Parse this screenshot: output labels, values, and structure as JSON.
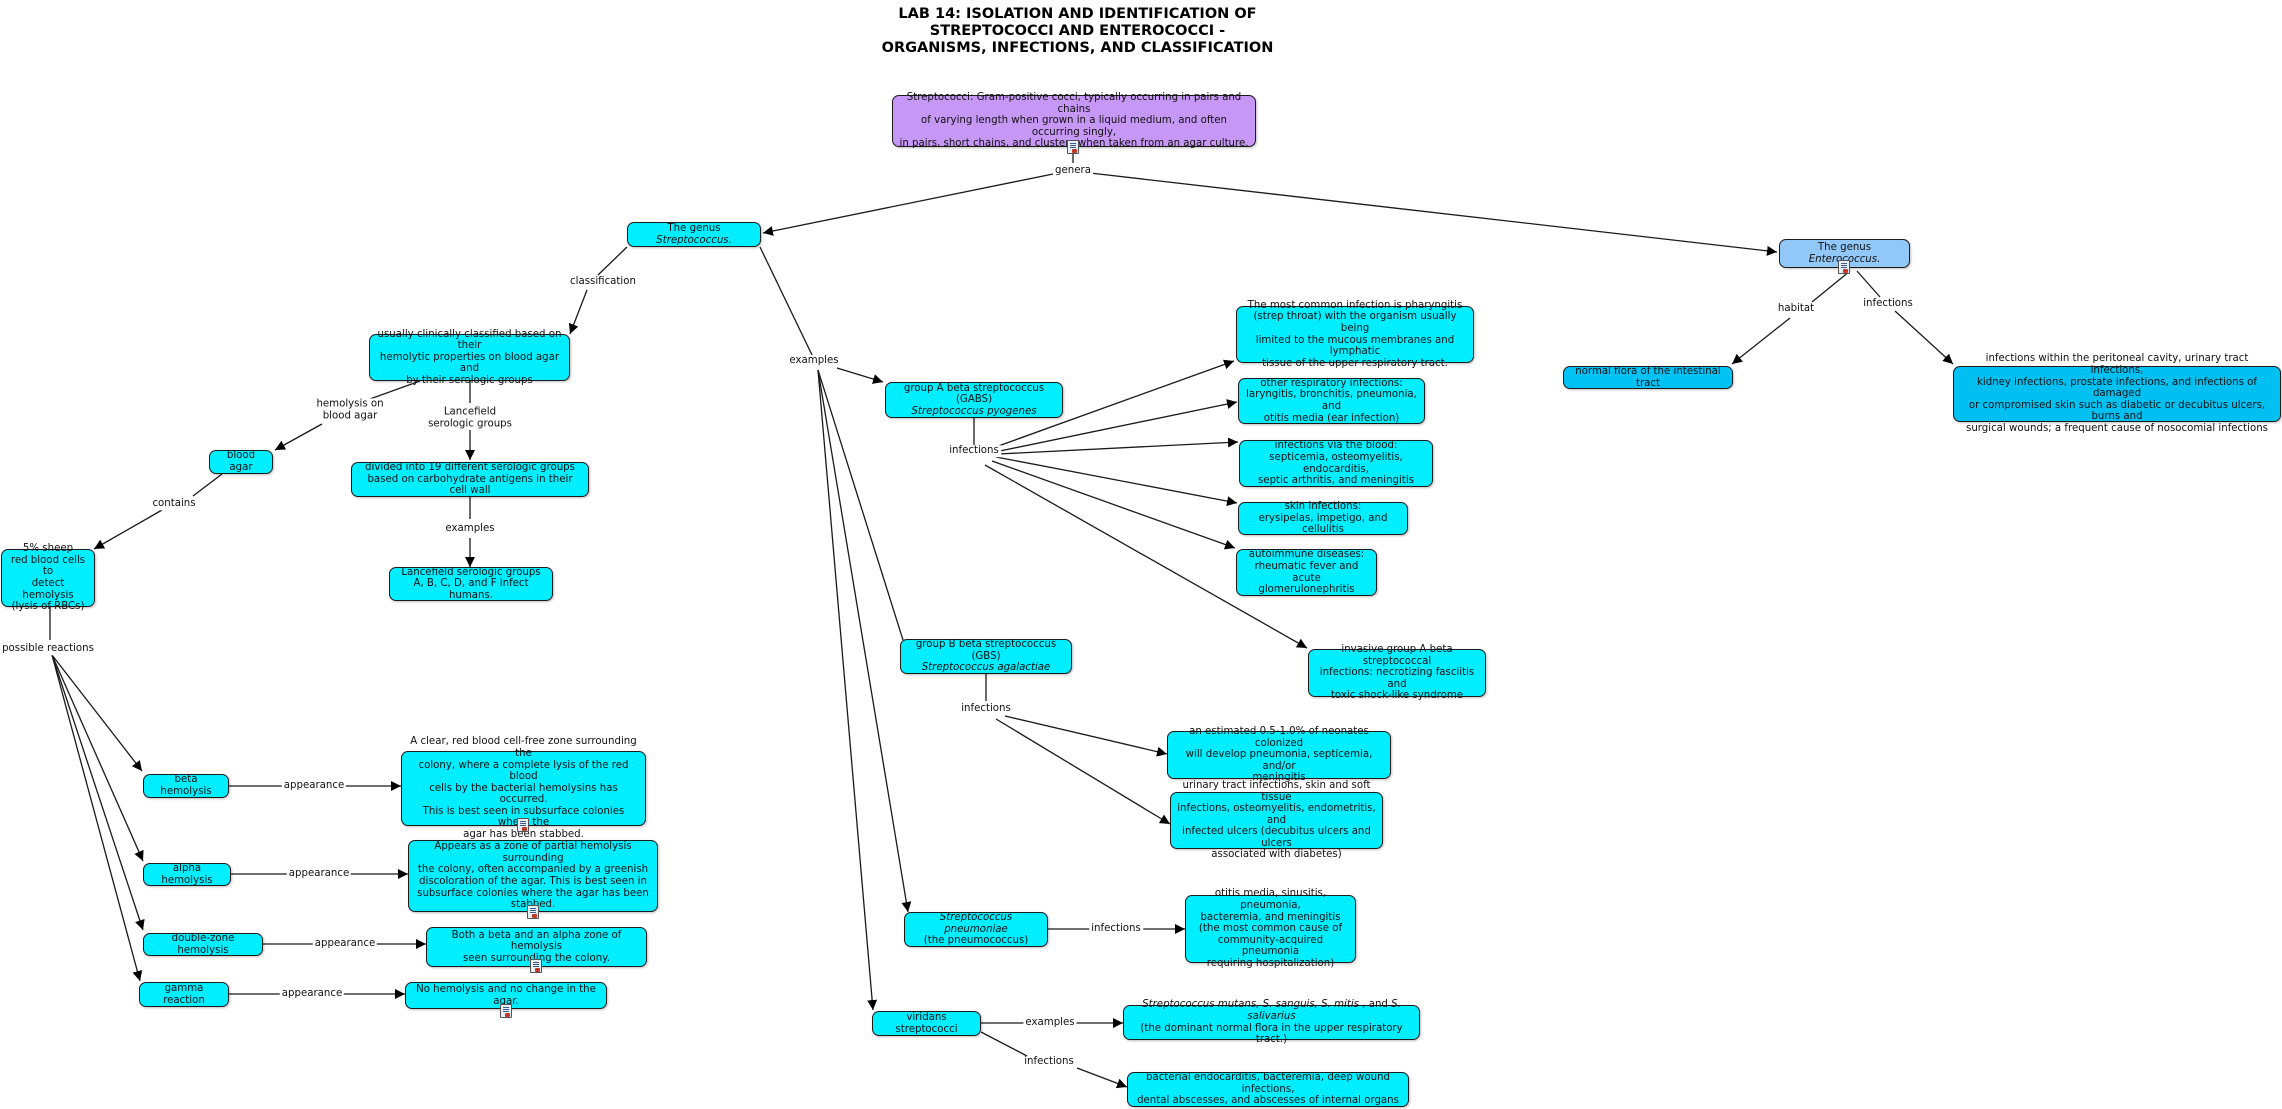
{
  "title": {
    "line1": "LAB 14: ISOLATION AND IDENTIFICATION OF",
    "line2": "STREPTOCOCCI AND ENTEROCOCCI -",
    "line3": "ORGANISMS, INFECTIONS, AND CLASSIFICATION"
  },
  "nodes": {
    "streptococci": "Streptococci: Gram-positive cocci, typically occurring in pairs and chains\nof varying length when grown in a liquid medium, and often occurring singly,\nin pairs, short chains, and clusters when taken from an agar culture.",
    "genus_strep_a": "The genus ",
    "genus_strep_b": "Streptococcus.",
    "genus_entero_a": "The genus ",
    "genus_entero_b": "Enterococcus.",
    "normal_flora": "normal flora of the intestinal tract",
    "entero_infections": "infections within the peritoneal cavity, urinary tract infections,\nkidney infections, prostate infections, and infections of damaged\nor compromised skin such as diabetic or decubitus ulcers, burns and\nsurgical wounds; a frequent cause of nosocomial infections",
    "clinically_classified": "usually clinically classified based on their\nhemolytic properties on blood agar and\nby their serologic groups",
    "blood_agar": "blood agar",
    "serologic_groups": "divided into 19 different serologic groups\nbased on carbohydrate antigens in their cell wall",
    "lancefield_groups": "Lancefield serologic groups\nA, B, C, D, and F infect humans.",
    "sheep_blood": "5% sheep\nred blood cells to\ndetect hemolysis\n(lysis of RBCs)",
    "beta_hemolysis": "beta hemolysis",
    "beta_desc": "A clear, red blood cell-free zone surrounding the\ncolony, where a complete lysis of the red blood\ncells by the bacterial hemolysins has occurred.\nThis is best seen in subsurface colonies where the\nagar has been stabbed.",
    "alpha_hemolysis": "alpha hemolysis",
    "alpha_desc": "Appears as a zone of partial hemolysis surrounding\nthe colony, often accompanied by a greenish\ndiscoloration of the agar. This is best seen in\nsubsurface colonies where the agar has been\nstabbed.",
    "double_zone": "double-zone hemolysis",
    "double_desc": "Both a beta and an alpha zone of hemolysis\nseen surrounding the colony.",
    "gamma_reaction": "gamma reaction",
    "gamma_desc": "No hemolysis and no change in the agar.",
    "gabs_a": "group A beta streptococcus (GABS)",
    "gabs_b": "Streptococcus  pyogenes",
    "pharyngitis": "The most common infection is pharyngitis\n(strep throat) with the organism usually being\nlimited to the mucous membranes and lymphatic\ntissue of the upper respiratory tract.",
    "respiratory": "other respiratory infections:\nlaryngitis, bronchitis, pneumonia, and\notitis media (ear infection)",
    "blood_inf": "infections via the blood:\nsepticemia, osteomyelitis, endocarditis,\nseptic arthritis, and meningitis",
    "skin_inf": "skin infections:\nerysipelas, impetigo, and cellulitis",
    "autoimmune": "autoimmune diseases:\nrheumatic fever and acute\nglomerulonephritis",
    "invasive": "invasive group A beta streptococcal\ninfections: necrotizing fasciitis and\ntoxic shock-like syndrome",
    "gbs_a": "group B beta streptococcus (GBS)",
    "gbs_b": "Streptococcus  agalactiae",
    "neonates": "an estimated 0.5-1.0% of neonates colonized\nwill develop pneumonia, septicemia, and/or\nmeningitis",
    "uti": "urinary tract infections, skin and soft tissue\ninfections, osteomyelitis, endometritis, and\ninfected ulcers (decubitus ulcers and ulcers\nassociated with diabetes)",
    "pneumo_a": "Streptococcus  pneumoniae",
    "pneumo_b": "(the pneumococcus)",
    "otitis": "otitis media, sinusitis, pneumonia,\nbacteremia, and meningitis\n(the most common cause of\ncommunity-acquired pneumonia\nrequiring hospitalization)",
    "viridans": "viridans streptococci",
    "mutans_a": "Streptococcus mutans, S. sanguis, S. mitis",
    "mutans_b": " , and ",
    "mutans_c": "S. salivarius",
    "mutans_d": "(the dominant normal flora in the upper respiratory tract.)",
    "endocarditis": "bacterial endocarditis, bacteremia, deep wound infections,\ndental abscesses, and abscesses of internal organs"
  },
  "link_labels": {
    "genera": "genera",
    "classification": "classification",
    "habitat": "habitat",
    "infections_entero": "infections",
    "hemolysis": "hemolysis on\nblood agar",
    "lancefield": "Lancefield\nserologic groups",
    "contains": "contains",
    "examples_sero": "examples",
    "examples_strep": "examples",
    "possible": "possible reactions",
    "appearance1": "appearance",
    "appearance2": "appearance",
    "appearance3": "appearance",
    "appearance4": "appearance",
    "infections_gabs": "infections",
    "infections_gbs": "infections",
    "infections_pneumo": "infections",
    "examples_viridans": "examples",
    "infections_viridans": "infections"
  },
  "colors": {
    "node": "#00eeff",
    "purple": "#c797f5",
    "light_blue": "#91c8f7",
    "entero_blue": "#00c0f2",
    "line": "#1a1a1a"
  },
  "icons": [
    "document-icon"
  ]
}
